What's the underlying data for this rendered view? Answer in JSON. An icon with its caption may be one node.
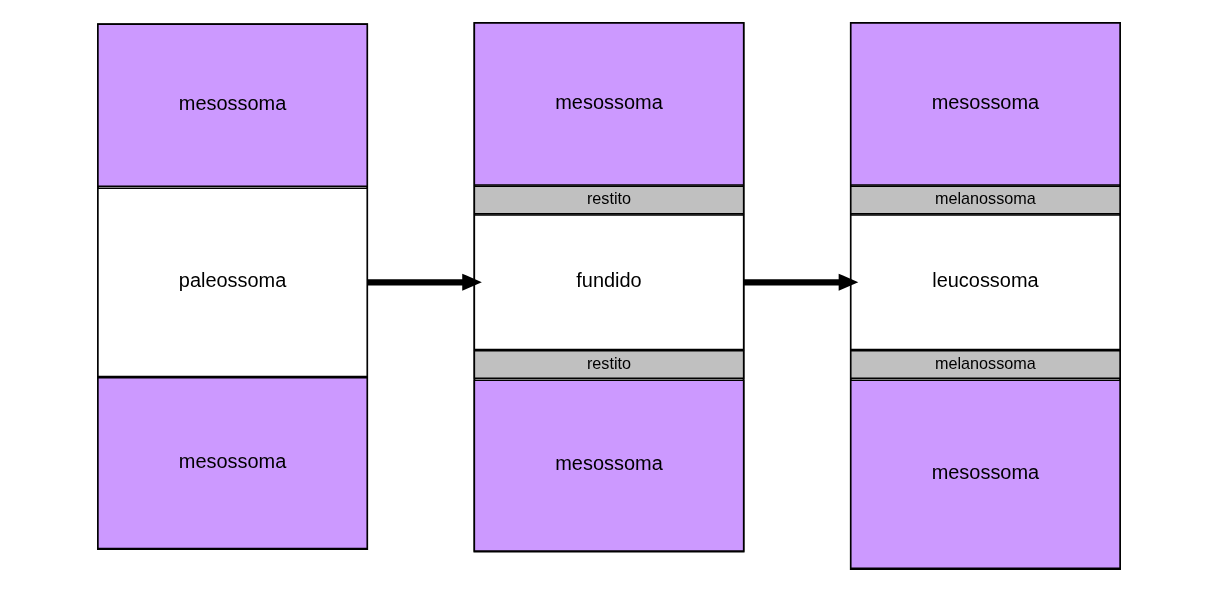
{
  "diagram": {
    "nodes": [
      {
        "text": [],
        "shape": "box"
      },
      {
        "text": [
          "mesossoma"
        ],
        "in": 0
      },
      {
        "text": [
          "paleossoma"
        ],
        "in": 0
      },
      {
        "text": [
          "mesossoma"
        ],
        "in": 0
      },
      {
        "text": [],
        "shape": "box"
      },
      {
        "text": [
          "mesossoma"
        ],
        "in": 4
      },
      {
        "text": [
          "restito"
        ],
        "in": 4
      },
      {
        "text": [
          "fundido"
        ],
        "in": 4
      },
      {
        "text": [
          "restito"
        ],
        "in": 4
      },
      {
        "text": [
          "mesossoma"
        ],
        "in": 4
      },
      {
        "text": [],
        "shape": "box"
      },
      {
        "text": [
          "mesossoma"
        ],
        "in": 10
      },
      {
        "text": [
          "melanossoma"
        ],
        "in": 10
      },
      {
        "text": [
          "leucossoma"
        ],
        "in": 10
      },
      {
        "text": [
          "melanossoma"
        ],
        "in": 10
      },
      {
        "text": [
          "mesossoma"
        ],
        "in": 10
      }
    ],
    "edges": [
      {
        "from": 2,
        "to": 7,
        "arrow": "to"
      },
      {
        "from": 7,
        "to": 13,
        "arrow": "to"
      }
    ]
  }
}
